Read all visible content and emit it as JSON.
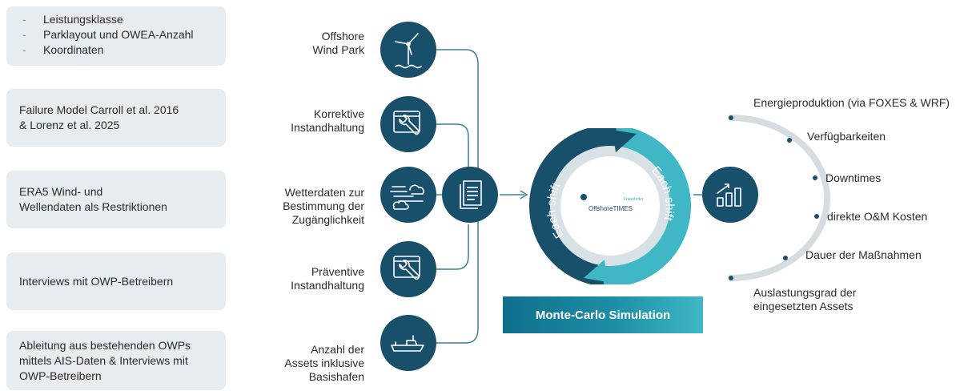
{
  "inputs": {
    "box1_items": [
      "Leistungsklasse",
      "Parklayout und OWEA-Anzahl",
      "Koordinaten"
    ],
    "box1_bullet": "-",
    "box2_lines": [
      "Failure Model Carroll et al. 2016",
      "& Lorenz et al. 2025"
    ],
    "box3_lines": [
      "ERA5 Wind- und",
      "Wellendaten als Restriktionen"
    ],
    "box4_lines": [
      "Interviews mit OWP-Betreibern"
    ],
    "box5_lines": [
      "Ableitung aus bestehenden OWPs",
      "mittels AIS-Daten & Interviews mit",
      "OWP-Betreibern"
    ]
  },
  "modules": [
    {
      "lines": [
        "Offshore",
        "Wind Park"
      ],
      "icon": "wind-turbine-icon"
    },
    {
      "lines": [
        "Korrektive",
        "Instandhaltung"
      ],
      "icon": "wrench-window-icon"
    },
    {
      "lines": [
        "Wetterdaten zur",
        "Bestimmung der",
        "Zugänglichkeit"
      ],
      "icon": "weather-icon"
    },
    {
      "lines": [
        "Präventive",
        "Instandhaltung"
      ],
      "icon": "wrench-window-icon"
    },
    {
      "lines": [
        "Anzahl der",
        "Assets inklusive",
        "Basishafen"
      ],
      "icon": "vessel-icon"
    }
  ],
  "cycle": {
    "left_text": "Each shift",
    "right_text": "Each shift",
    "logo_text": "OffshoreTIMES",
    "logo_small": "Fraunhofer"
  },
  "simulation_label": "Monte-Carlo Simulation",
  "outputs": [
    "Energieproduktion (via FOXES & WRF)",
    "Verfügbarkeiten",
    "Downtimes",
    "direkte O&M Kosten",
    "Dauer der Maßnahmen"
  ],
  "outputs_last_lines": [
    "Auslastungsgrad der",
    "eingesetzten Assets"
  ],
  "colors": {
    "dark_teal": "#184f6b",
    "light_teal": "#3fb7c4",
    "box_bg": "#e6ecef"
  }
}
